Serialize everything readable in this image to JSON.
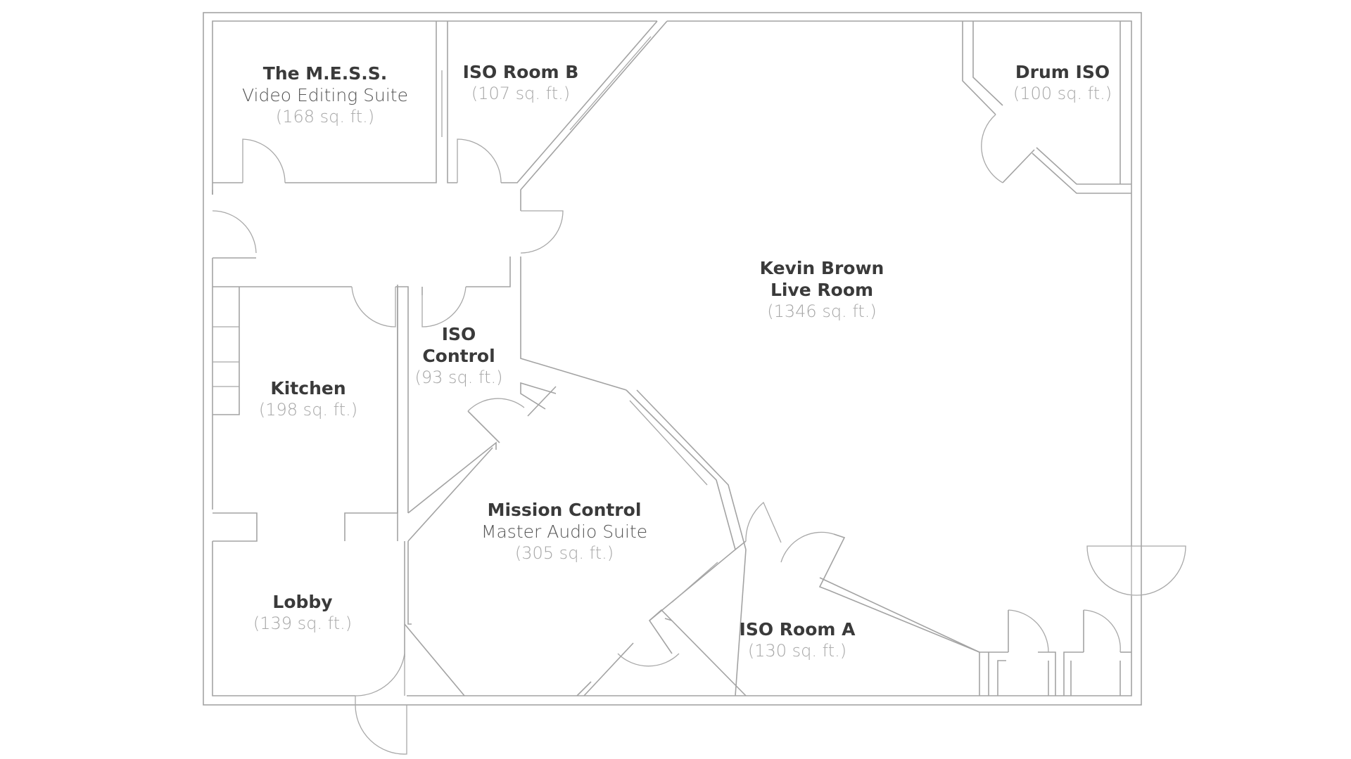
{
  "colors": {
    "wall": "#a3a3a3",
    "name_text": "#3a3a3a",
    "subtitle_text": "#555555",
    "area_text": "#a6a6a6",
    "background": "#ffffff"
  },
  "rooms": {
    "mess": {
      "name": "The M.E.S.S.",
      "subtitle": "Video Editing Suite",
      "area": "(168 sq. ft.)"
    },
    "iso_b": {
      "name": "ISO Room B",
      "area": "(107 sq. ft.)"
    },
    "live": {
      "name_line1": "Kevin Brown",
      "name_line2": "Live Room",
      "area": "(1346 sq. ft.)"
    },
    "drum": {
      "name": "Drum ISO",
      "area": "(100 sq. ft.)"
    },
    "iso_ctrl": {
      "name_line1": "ISO",
      "name_line2": "Control",
      "area": "(93 sq. ft.)"
    },
    "kitchen": {
      "name": "Kitchen",
      "area": "(198 sq. ft.)"
    },
    "mission": {
      "name": "Mission Control",
      "subtitle": "Master Audio Suite",
      "area": "(305 sq. ft.)"
    },
    "lobby": {
      "name": "Lobby",
      "area": "(139 sq. ft.)"
    },
    "iso_a": {
      "name": "ISO Room A",
      "area": "(130 sq. ft.)"
    }
  }
}
